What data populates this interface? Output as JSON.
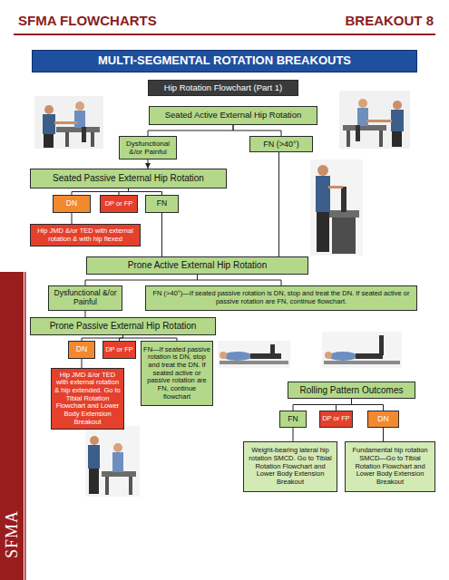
{
  "diagram": {
    "nodes": [
      {
        "text": [
          "MULTI-SEGMENTAL ROTATION BREAKOUTS"
        ]
      },
      {
        "text": [
          "Hip Rotation Flowchart (Part 1)"
        ]
      },
      {
        "text": [
          "Seated Active External Hip Rotation"
        ]
      },
      {
        "text": [
          "Dysfunctional &/or Painful"
        ]
      },
      {
        "text": [
          "FN (>40°)"
        ]
      },
      {
        "text": [
          "Seated Passive External Hip Rotation"
        ]
      },
      {
        "text": [
          "DN"
        ]
      },
      {
        "text": [
          "DP or FP"
        ]
      },
      {
        "text": [
          "FN"
        ]
      },
      {
        "text": [
          "Hip JMD &/or TED with external rotation & with hip flexed"
        ]
      },
      {
        "text": [
          "Prone Active External Hip Rotation"
        ]
      },
      {
        "text": [
          "Dysfunctional &/or Painful"
        ]
      },
      {
        "text": [
          "FN (>40°)—If seated passive rotation is DN, stop and treat the DN. If seated active or passive rotation are FN, continue flowchart."
        ]
      },
      {
        "text": [
          "Prone Passive External Hip Rotation"
        ]
      },
      {
        "text": [
          "DN"
        ]
      },
      {
        "text": [
          "DP or FP"
        ]
      },
      {
        "text": [
          "FN—If seated passive rotation is DN, stop and treat the DN. If seated active or passive rotation are FN, continue flowchart"
        ]
      },
      {
        "text": [
          "Hip JMD &/or TED with external rotation & hip extended. Go to Tibial Rotation Flowchart and Lower Body Extension Breakout"
        ]
      },
      {
        "text": [
          "Rolling Pattern Outcomes"
        ]
      },
      {
        "text": [
          "FN"
        ]
      },
      {
        "text": [
          "DP or FP"
        ]
      },
      {
        "text": [
          "DN"
        ]
      },
      {
        "text": [
          "Weight-bearing lateral hip rotation SMCD. Go to Tibial Rotation Flowchart and Lower Body Extension Breakout"
        ]
      },
      {
        "text": [
          "Fundamental hip rotation SMCD—Go to Tibial Rotation Flowchart and Lower Body Extension Breakout"
        ]
      },
      {
        "text": [
          "SFMA"
        ]
      }
    ],
    "edges": [
      {
        "from": 2,
        "to": 3,
        "arrow": "none"
      },
      {
        "from": 2,
        "to": 4,
        "arrow": "none"
      },
      {
        "from": 3,
        "to": 5,
        "arrow": "to"
      },
      {
        "from": 5,
        "to": 6,
        "arrow": "none"
      },
      {
        "from": 5,
        "to": 7,
        "arrow": "none"
      },
      {
        "from": 5,
        "to": 8,
        "arrow": "none"
      },
      {
        "from": 6,
        "to": 9,
        "arrow": "none"
      },
      {
        "from": 4,
        "to": 10,
        "arrow": "none"
      },
      {
        "from": 8,
        "to": 10,
        "arrow": "none"
      },
      {
        "from": 10,
        "to": 11,
        "arrow": "none"
      },
      {
        "from": 10,
        "to": 12,
        "arrow": "none"
      },
      {
        "from": 11,
        "to": 13,
        "arrow": "none"
      },
      {
        "from": 13,
        "to": 14,
        "arrow": "none"
      },
      {
        "from": 13,
        "to": 15,
        "arrow": "none"
      },
      {
        "from": 13,
        "to": 16,
        "arrow": "none"
      },
      {
        "from": 14,
        "to": 17,
        "arrow": "none"
      },
      {
        "from": 18,
        "to": 19,
        "arrow": "none"
      },
      {
        "from": 18,
        "to": 20,
        "arrow": "none"
      },
      {
        "from": 18,
        "to": 21,
        "arrow": "none"
      },
      {
        "from": 19,
        "to": 22,
        "arrow": "none"
      },
      {
        "from": 21,
        "to": 23,
        "arrow": "none"
      }
    ],
    "labels": [
      "SFMA FLOWCHARTS",
      "BREAKOUT 8"
    ]
  }
}
